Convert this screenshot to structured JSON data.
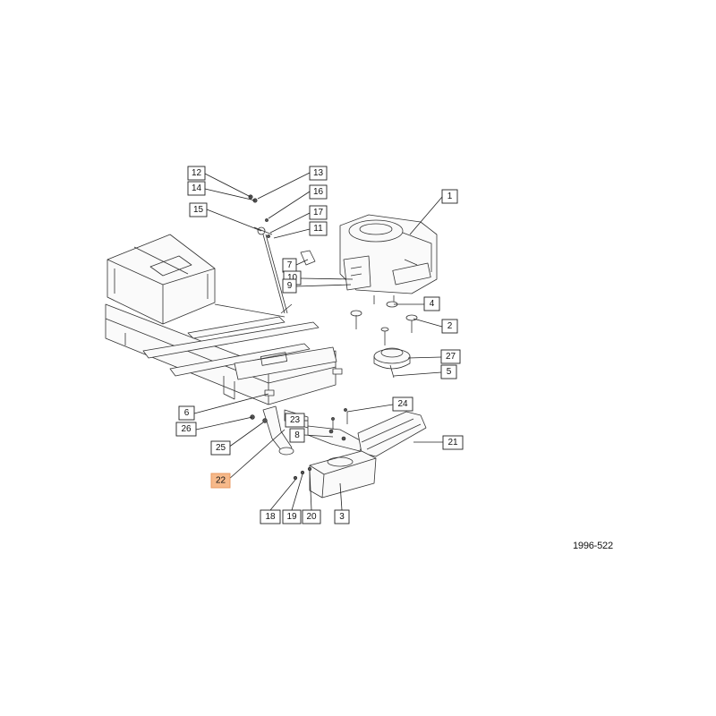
{
  "drawing_code": "1996-522",
  "highlight_color": "#f6b98a",
  "callouts": [
    {
      "id": "c1",
      "label": "1",
      "highlighted": false
    },
    {
      "id": "c2",
      "label": "2",
      "highlighted": false
    },
    {
      "id": "c3",
      "label": "3",
      "highlighted": false
    },
    {
      "id": "c4",
      "label": "4",
      "highlighted": false
    },
    {
      "id": "c5",
      "label": "5",
      "highlighted": false
    },
    {
      "id": "c6",
      "label": "6",
      "highlighted": false
    },
    {
      "id": "c7",
      "label": "7",
      "highlighted": false
    },
    {
      "id": "c8",
      "label": "8",
      "highlighted": false
    },
    {
      "id": "c9",
      "label": "9",
      "highlighted": false
    },
    {
      "id": "c10",
      "label": "10",
      "highlighted": false
    },
    {
      "id": "c11",
      "label": "11",
      "highlighted": false
    },
    {
      "id": "c12",
      "label": "12",
      "highlighted": false
    },
    {
      "id": "c13",
      "label": "13",
      "highlighted": false
    },
    {
      "id": "c14",
      "label": "14",
      "highlighted": false
    },
    {
      "id": "c15",
      "label": "15",
      "highlighted": false
    },
    {
      "id": "c16",
      "label": "16",
      "highlighted": false
    },
    {
      "id": "c17",
      "label": "17",
      "highlighted": false
    },
    {
      "id": "c18",
      "label": "18",
      "highlighted": false
    },
    {
      "id": "c19",
      "label": "19",
      "highlighted": false
    },
    {
      "id": "c20",
      "label": "20",
      "highlighted": false
    },
    {
      "id": "c21",
      "label": "21",
      "highlighted": false
    },
    {
      "id": "c22",
      "label": "22",
      "highlighted": true
    },
    {
      "id": "c23",
      "label": "23",
      "highlighted": false
    },
    {
      "id": "c24",
      "label": "24",
      "highlighted": false
    },
    {
      "id": "c25",
      "label": "25",
      "highlighted": false
    },
    {
      "id": "c26",
      "label": "26",
      "highlighted": false
    },
    {
      "id": "c27",
      "label": "27",
      "highlighted": false
    }
  ]
}
